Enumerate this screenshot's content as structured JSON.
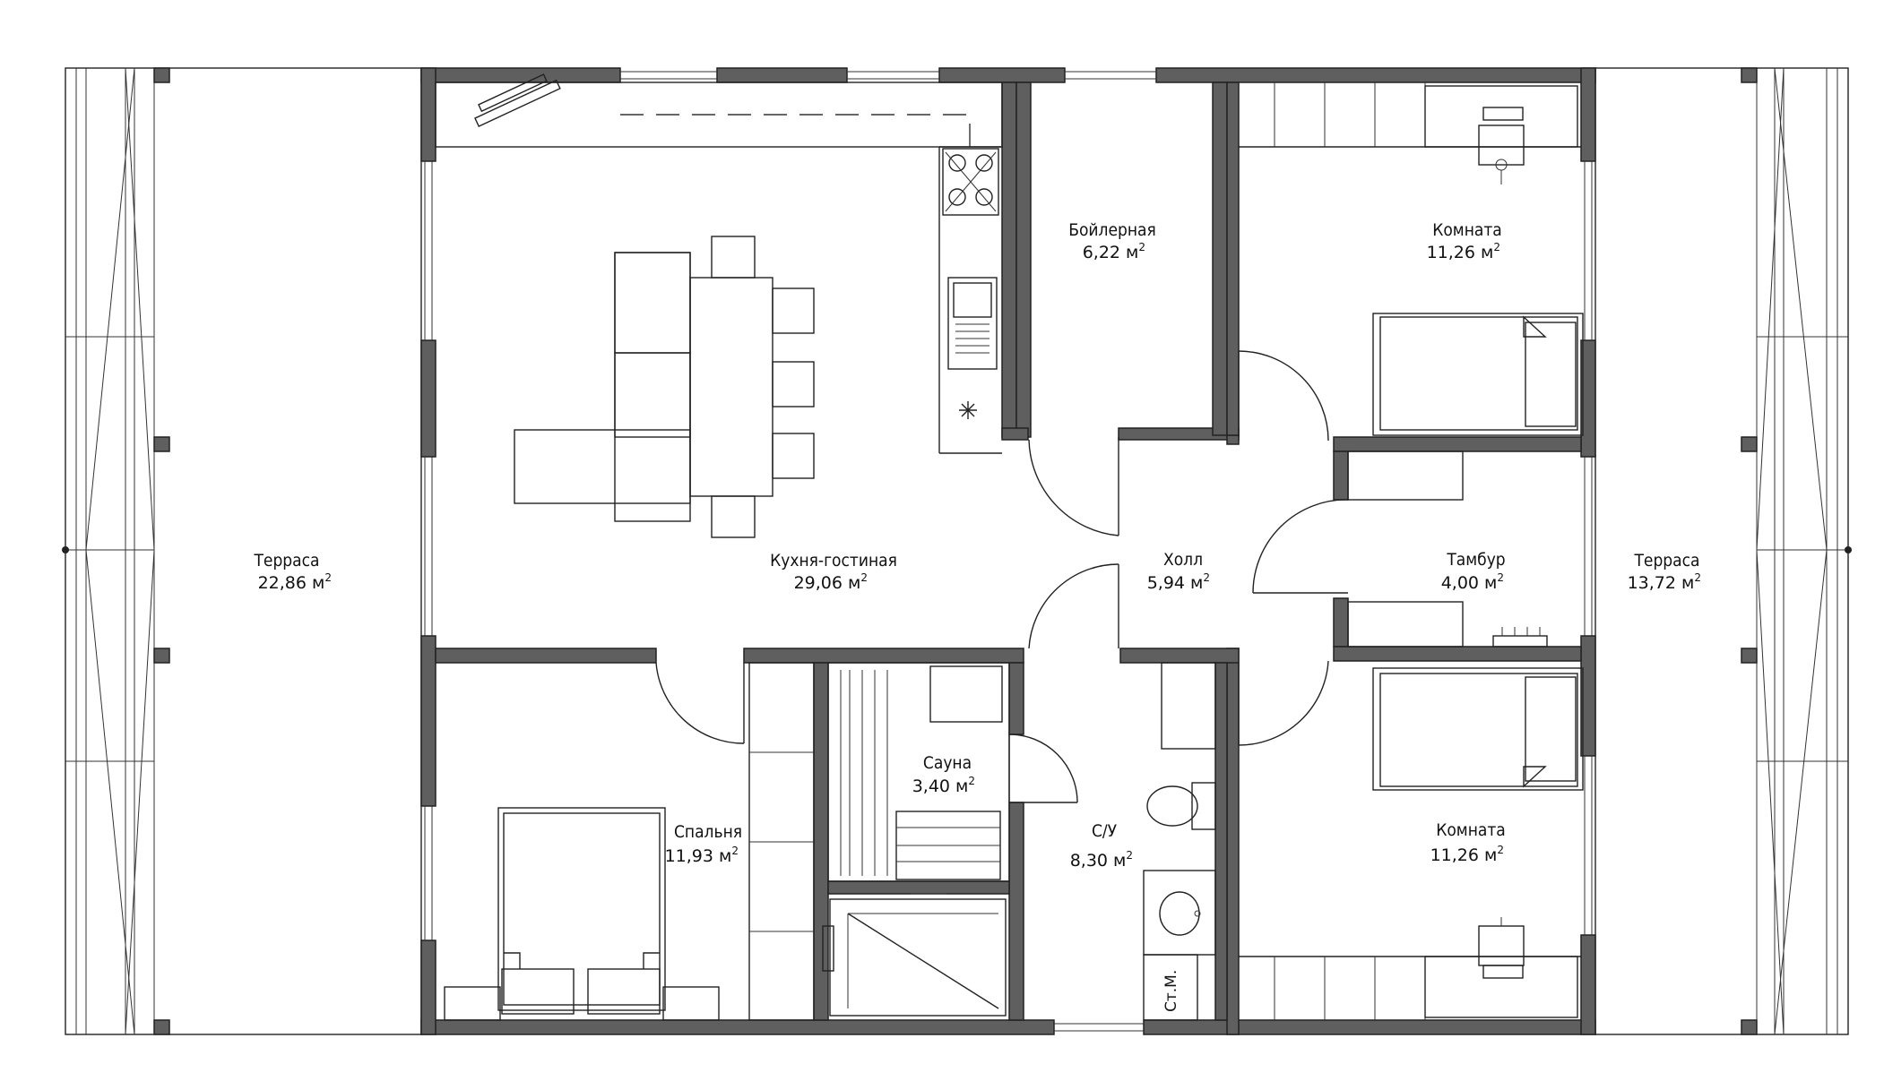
{
  "rooms": {
    "terrace_left": {
      "name": "Терраса",
      "area": "22,86",
      "unit": "м",
      "exp": "2"
    },
    "kitchen": {
      "name": "Кухня-гостиная",
      "area": "29,06",
      "unit": "м",
      "exp": "2"
    },
    "boiler": {
      "name": "Бойлерная",
      "area": "6,22",
      "unit": "м",
      "exp": "2"
    },
    "room_top": {
      "name": "Комната",
      "area": "11,26",
      "unit": "м",
      "exp": "2"
    },
    "hall": {
      "name": "Холл",
      "area": "5,94",
      "unit": "м",
      "exp": "2"
    },
    "vestibule": {
      "name": "Тамбур",
      "area": "4,00",
      "unit": "м",
      "exp": "2"
    },
    "terrace_right": {
      "name": "Терраса",
      "area": "13,72",
      "unit": "м",
      "exp": "2"
    },
    "sauna": {
      "name": "Сауна",
      "area": "3,40",
      "unit": "м",
      "exp": "2"
    },
    "bedroom": {
      "name": "Спальня",
      "area": "11,93",
      "unit": "м",
      "exp": "2"
    },
    "bathroom": {
      "name": "С/У",
      "area": "8,30",
      "unit": "м",
      "exp": "2"
    },
    "room_bottom": {
      "name": "Комната",
      "area": "11,26",
      "unit": "м",
      "exp": "2"
    }
  },
  "labels": {
    "washer": "Ст.М."
  },
  "colors": {
    "wall": "#5f5f5f",
    "line": "#222222",
    "background": "#ffffff"
  }
}
